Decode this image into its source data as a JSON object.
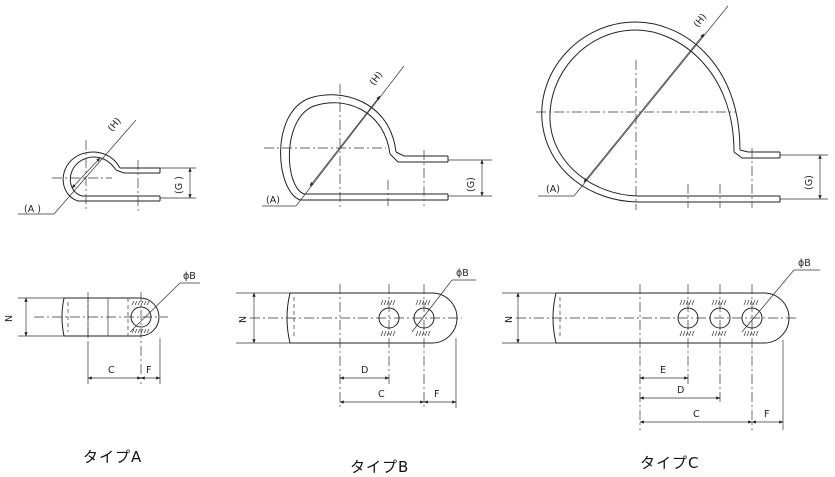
{
  "types": [
    {
      "caption": "タイプA",
      "labels": {
        "H": "(H)",
        "A": "(A )",
        "G": "(G )",
        "phiB": "ϕB",
        "N": "N",
        "C": "C",
        "F": "F"
      }
    },
    {
      "caption": "タイプB",
      "labels": {
        "H": "(H)",
        "A": "(A)",
        "G": "(G)",
        "phiB": "ϕB",
        "N": "N",
        "C": "C",
        "D": "D",
        "F": "F"
      }
    },
    {
      "caption": "タイプC",
      "labels": {
        "H": "(H)",
        "A": "(A)",
        "G": "(G)",
        "phiB": "ϕB",
        "N": "N",
        "C": "C",
        "D": "D",
        "E": "E",
        "F": "F"
      }
    }
  ]
}
